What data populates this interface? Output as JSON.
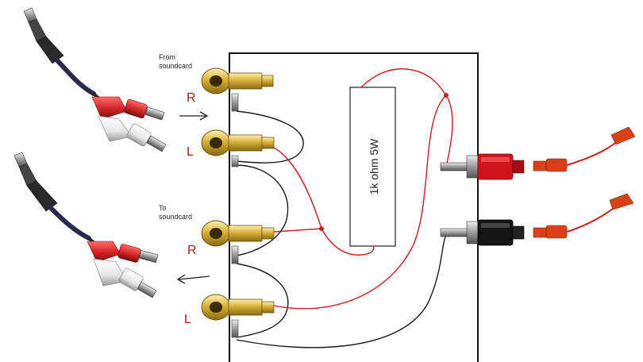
{
  "labels": {
    "from_soundcard": [
      "From",
      "soundcard"
    ],
    "to_soundcard": [
      "To",
      "soundcard"
    ],
    "r_top": "R",
    "l_top": "L",
    "r_bottom": "R",
    "l_bottom": "L",
    "resistor": "1k ohm 5W"
  },
  "colors": {
    "red_wire": "#c81e1e",
    "black_wire": "#1a1a1a",
    "gold": "#d8b03a",
    "plug_red": "#d62828",
    "plug_white": "#f2f2f2",
    "binding_red": "#d0141c",
    "binding_black": "#151515",
    "probe_red": "#d9411a",
    "label_red": "#a0221c"
  },
  "icons": {
    "rca_jack": "rca-jack-icon",
    "stereo_plug": "stereo-35mm-plug-icon",
    "binding_post": "binding-post-icon",
    "probe_lead": "probe-lead-icon",
    "arrow": "arrow-icon"
  }
}
